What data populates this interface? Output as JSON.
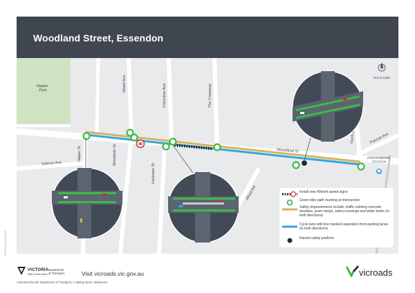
{
  "header": {
    "title": "Woodland Street, Essendon"
  },
  "map": {
    "street_labels": {
      "napier_park": "Napier\nPark",
      "napier_st": "Napier St",
      "woodside_gr": "Woodside Gr",
      "model_ave": "Model Ave",
      "columban_ave": "Columban Ave",
      "the_crossway": "The Crossway",
      "woodland_st": "Woodland St",
      "salmon_ave": "Salmon Ave",
      "hesleden_st": "Hesleden St",
      "alfred_rd": "Alfred Rd",
      "north_ave": "North Ave",
      "pascoe_ave": "Pascoe Ave",
      "station": "STRATHMORE\nSTATION"
    },
    "speed_sign": "40",
    "not_to_scale": "Not to scale",
    "north_letter": "N"
  },
  "legend": {
    "items": [
      {
        "icon": "speed-sign-icon",
        "text": "Install new 40km/h speed signs"
      },
      {
        "icon": "bike-marking-icon",
        "text": "Green bike path marking at intersection"
      },
      {
        "icon": "yellow-line-icon",
        "text": "Safety improvements include: traffic calming concrete medians, pram ramps, zebra crossings and wider kerbs (in both directions)"
      },
      {
        "icon": "blue-line-icon",
        "text": "Cycle lane with line marked separation from parking lanes (in both directions)"
      },
      {
        "icon": "raised-platform-icon",
        "text": "Raised safety platform"
      }
    ]
  },
  "footer": {
    "visit": "Visit vicroads.vic.gov.au",
    "authorised": "Authorised by the Department of Transport, 1 Spring Street, Melbourne",
    "vic_wordmark": "VICTORIA",
    "vic_subtitle": "State Government",
    "department": "Department\nof Transport",
    "vicroads": "vicroads",
    "side_code": "PTV9028 (V1) 2021/03"
  },
  "colors": {
    "header_bg": "#3f4650",
    "map_bg": "#e9eaec",
    "park": "#cfe3c3",
    "road": "#ffffff",
    "yellow_route": "#d6b25e",
    "blue_route": "#2ea7e0",
    "bike_green": "#3dbb48",
    "platform": "#1c2a4a",
    "speed_red": "#e3262d"
  }
}
